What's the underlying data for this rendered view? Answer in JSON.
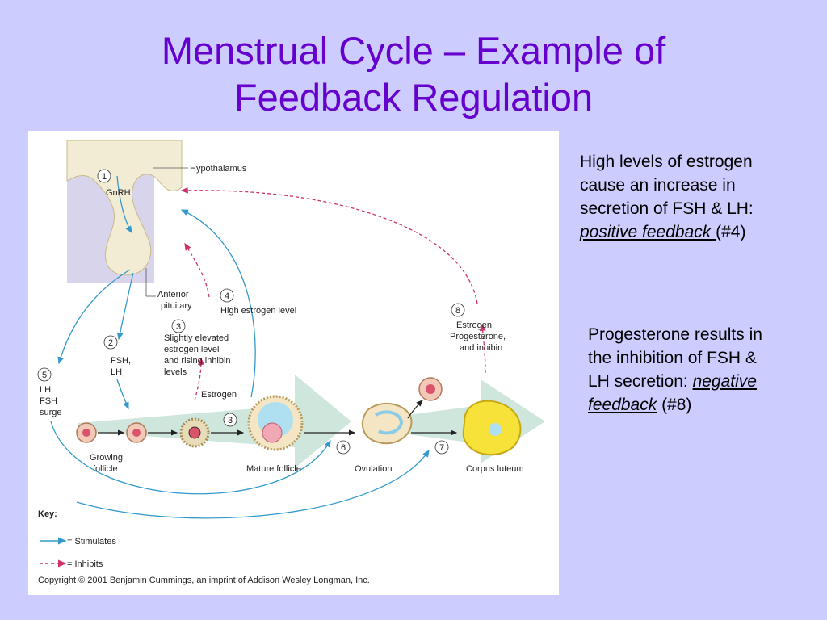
{
  "slide": {
    "title_line1": "Menstrual Cycle – Example of",
    "title_line2": "Feedback Regulation"
  },
  "figure": {
    "labels": {
      "hypothalamus": "Hypothalamus",
      "gnrh": "GnRH",
      "anterior_pituitary_1": "Anterior",
      "anterior_pituitary_2": "pituitary",
      "high_estrogen": "High estrogen level",
      "slightly_1": "Slightly elevated",
      "slightly_2": "estrogen level",
      "slightly_3": "and rising inhibin",
      "slightly_4": "levels",
      "fsh": "FSH,",
      "lh": "LH",
      "lh_surge_1": "LH,",
      "lh_surge_2": "FSH",
      "lh_surge_3": "surge",
      "estrogen": "Estrogen",
      "epi_1": "Estrogen,",
      "epi_2": "Progesterone,",
      "epi_3": "and inhibin",
      "growing_1": "Growing",
      "growing_2": "follicle",
      "mature": "Mature follicle",
      "ovulation": "Ovulation",
      "corpus": "Corpus luteum",
      "key": "Key:",
      "stimulates": "= Stimulates",
      "inhibits": "= Inhibits",
      "copyright": "Copyright © 2001 Benjamin Cummings, an imprint of Addison Wesley Longman, Inc."
    },
    "steps": [
      "1",
      "2",
      "3",
      "4",
      "5",
      "6",
      "7",
      "8",
      "3"
    ],
    "colors": {
      "stimulates": "#3399cc",
      "inhibits": "#cc3366",
      "brain": "#f3ecd4",
      "brain_bg": "#d8d4ec",
      "arrow_fill": "#cfe6dc"
    }
  },
  "notes": {
    "positive": {
      "line1": "High levels of estrogen",
      "line2": "cause an increase in",
      "line3": "secretion of FSH & LH:",
      "term": "positive feedback ",
      "ref": "(#4)"
    },
    "negative": {
      "line1": "Progesterone results in",
      "line2": "the inhibition of FSH &",
      "line3": "LH secretion: ",
      "term1": "negative",
      "term2": "feedback",
      "ref": " (#8)"
    }
  }
}
